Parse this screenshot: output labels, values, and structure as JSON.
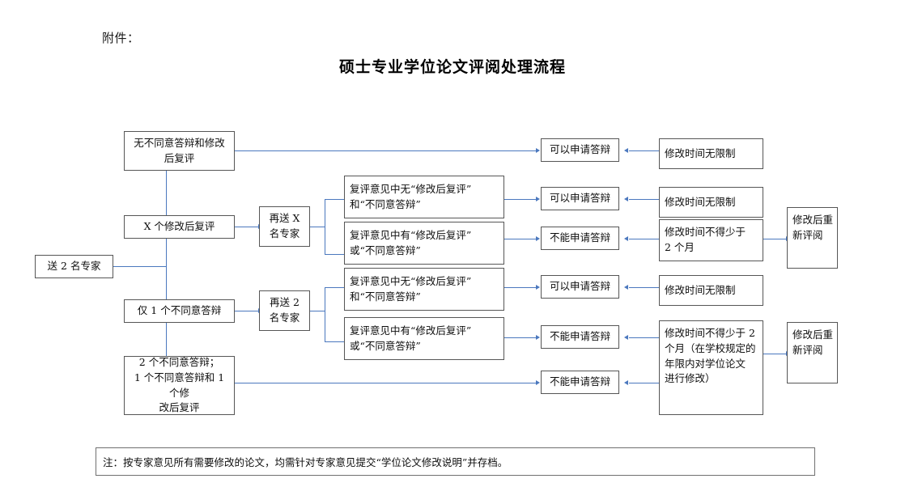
{
  "header": {
    "attachment_label": "附件：",
    "title": "硕士专业学位论文评阅处理流程"
  },
  "colors": {
    "connector": "#4b78be",
    "box_border": "#565656",
    "note_border": "#707070",
    "text": "#0d0d0d",
    "background": "#ffffff"
  },
  "nodes": {
    "start": "送 2 名专家",
    "branch1": "无不同意答辩和修改\n后复评",
    "branch2": "X 个修改后复评",
    "branch3": "仅 1 个不同意答辩",
    "branch4": "2 个不同意答辩；\n1 个不同意答辩和 1 个修\n改后复评",
    "resend_x": "再送 X 名专家",
    "resend_2": "再送 2 名专家",
    "review_a1": "复评意见中无“修改后复评”\n和“不同意答辩”",
    "review_a2": "复评意见中有“修改后复评”\n或“不同意答辩”",
    "review_b1": "复评意见中无“修改后复评”\n和“不同意答辩”",
    "review_b2": "复评意见中有“修改后复评”\n或“不同意答辩”",
    "allow_1": "可以申请答辩",
    "allow_2": "可以申请答辩",
    "allow_3": "可以申请答辩",
    "deny_1": "不能申请答辩",
    "deny_2": "不能申请答辩",
    "deny_3": "不能申请答辩",
    "time_unlimited_1": "修改时间无限制",
    "time_unlimited_2": "修改时间无限制",
    "time_unlimited_3": "修改时间无限制",
    "time_min2_short": "修改时间不得少于\n2 个月",
    "time_min2_long": "修改时间不得少于 2\n个月（在学校规定的\n年限内对学位论文\n进行修改）",
    "rereview_1": "修改后重\n新评阅",
    "rereview_2": "修改后重\n新评阅"
  },
  "note": {
    "text": "注：按专家意见所有需要修改的论文，均需针对专家意见提交“学位论文修改说明”并存档。"
  }
}
